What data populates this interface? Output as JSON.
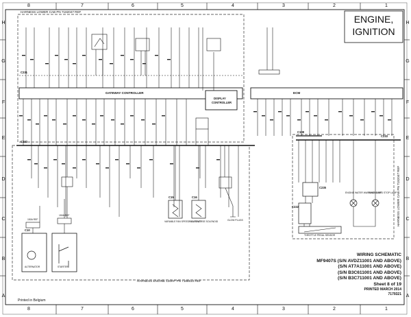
{
  "frame": {
    "columns": [
      "8",
      "7",
      "6",
      "5",
      "4",
      "3",
      "2",
      "1"
    ],
    "rows": [
      "H",
      "G",
      "F",
      "E",
      "D",
      "C",
      "B",
      "A"
    ]
  },
  "title": {
    "line1": "ENGINE,",
    "line2": "IGNITION"
  },
  "harness": {
    "lower_cab_top": "HARNESS LOWER CAB PN 7182047 REF",
    "lower_cab_right": "HARNESS LOWER CAB PN 7182047 REF",
    "engine_bottom": "HARNESS ENGINE 130HP PN 7186610 REF"
  },
  "controllers": {
    "gateway": "GATEWAY CONTROLLER",
    "ecm": "ECM",
    "display_line1": "DISPLAY",
    "display_line2": "CONTROLLER"
  },
  "connectors": {
    "c232": "C232",
    "c231": "C231",
    "c108": "C108",
    "c233": "C233",
    "c235": "C235",
    "c222": "C222",
    "c10": "C10",
    "c15": "C15",
    "c16": "C16"
  },
  "components": {
    "alternator": "ALTERNATOR",
    "starter": "STARTER",
    "throttle": "THROTTLE PEDAL SENSOR",
    "glow_plugs": "GLOW PLUGS",
    "fan_cutout": "VARIABLE FAN SPEED / CUTOUT",
    "fan_reverse": "FAN REVERSE SOLENOID",
    "engine_water_lamp": "ENGINE WATER WARNING LAMP",
    "engine_red_lamp": "ENGINE RED STOP LAMP",
    "fuse_alternator": "150A REF",
    "fuse_starter": "150A REF"
  },
  "footer": {
    "printed_in": "Printed in Belgium"
  },
  "title_block": {
    "heading": "WIRING SCHEMATIC",
    "lines": [
      "MF9407S (S/N AVDZ11001 AND ABOVE)",
      "(S/N AT7A11001 AND ABOVE)",
      "(S/N B3C611001 AND ABOVE)",
      "(S/N B3C711001 AND ABOVE)"
    ],
    "sheet": "Sheet  8 of 19",
    "printed": "PRINTED MARCH 2014",
    "part_number": "7179321"
  },
  "colors": {
    "ink": "#111111",
    "paper": "#ffffff",
    "dash": "#333333"
  }
}
